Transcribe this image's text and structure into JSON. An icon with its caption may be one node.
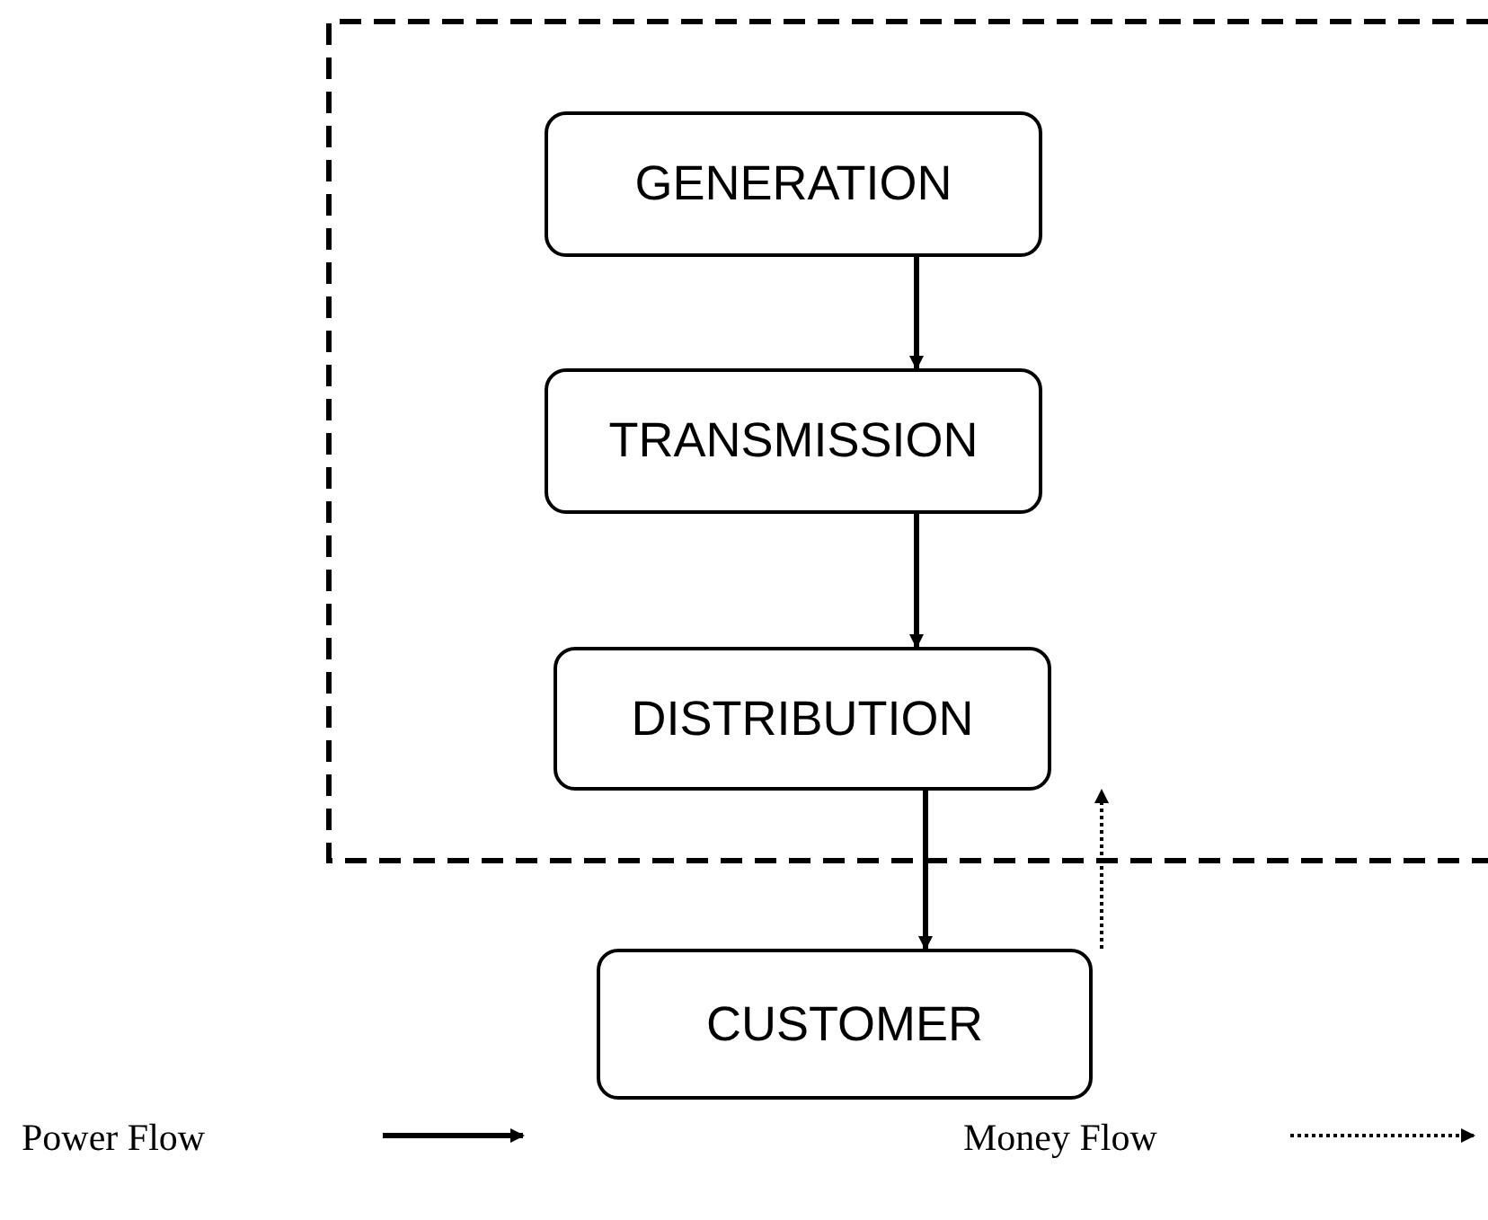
{
  "diagram": {
    "nodes": [
      {
        "text": [
          "GENERATION"
        ]
      },
      {
        "text": [
          "TRANSMISSION"
        ]
      },
      {
        "text": [
          "DISTRIBUTION"
        ]
      },
      {
        "text": [
          "CUSTOMER"
        ]
      }
    ],
    "edges": [
      {
        "from": 0,
        "to": 1,
        "arrow": "to"
      },
      {
        "from": 1,
        "to": 2,
        "arrow": "to"
      },
      {
        "from": 2,
        "to": 3,
        "arrow": "to"
      },
      {
        "from": 3,
        "to": 2,
        "arrow": "to",
        "style": "dashed"
      }
    ],
    "legend": [
      {
        "text": "Power Flow"
      },
      {
        "text": "Money Flow"
      }
    ]
  }
}
